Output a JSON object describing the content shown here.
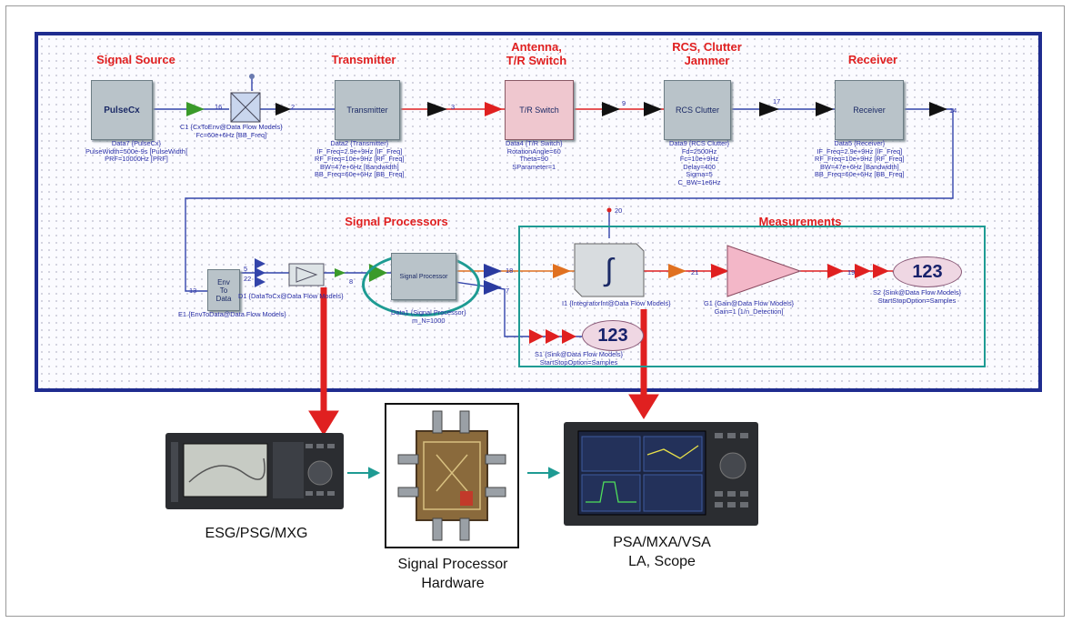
{
  "sections": {
    "signal_source": "Signal Source",
    "transmitter": "Transmitter",
    "antenna": "Antenna,\nT/R Switch",
    "rcs": "RCS, Clutter\nJammer",
    "receiver": "Receiver",
    "signal_processors": "Signal Processors",
    "measurements": "Measurements"
  },
  "blocks": {
    "pulsecx": "PulseCx",
    "transmitter": "Transmitter",
    "tr_switch": "T/R Switch",
    "rcs_clutter": "RCS Clutter",
    "receiver": "Receiver",
    "env_to_data": "Env\nTo\nData",
    "signal_processor": "Signal Processor"
  },
  "params": {
    "pulsecx": "Data7 {PulseCx}\nPulseWidth=500e-9s [PulseWidth]\nPRF=10000Hz [PRF]",
    "c1": "C1 {CxToEnv@Data Flow Models}\nFc=60e+6Hz [BB_Freq]",
    "transmitter": "Data2 {Transmitter}\nIF_Freq=2.9e+9Hz [IF_Freq]\nRF_Freq=10e+9Hz [RF_Freq]\nBW=47e+6Hz [Bandwidth]\nBB_Freq=60e+6Hz [BB_Freq]",
    "tr_switch": "Data4 {T/R Switch}\nRotationAngle=60\nTheta=90\nSParameter=1",
    "rcs": "Data9 {RCS Clutter}\nFd=2500Hz\nFc=10e+9Hz\nDelay=400\nSigma=5\nC_BW=1e6Hz",
    "receiver": "Data5 {Receiver}\nIF_Freq=2.9e+9Hz [IF_Freq]\nRF_Freq=10e+9Hz [RF_Freq]\nBW=47e+6Hz [Bandwidth]\nBB_Freq=60e+6Hz [BB_Freq]",
    "e1": "E1 {EnvToData@Data Flow Models}",
    "d1": "D1 {DataToCx@Data Flow Models}",
    "sigproc": "Data1 {Signal Processor}\nm_N=1000",
    "i1": "I1 {IntegratorInt@Data Flow Models}",
    "g1": "G1 {Gain@Data Flow Models}\nGain=1 [1/n_Detection]",
    "s2": "S2 {Sink@Data Flow Models}\nStartStopOption=Samples",
    "s1": "S1 {Sink@Data Flow Models}\nStartStopOption=Samples"
  },
  "nodes": [
    "16",
    "2",
    "3",
    "9",
    "17",
    "14",
    "13",
    "5",
    "22",
    "8",
    "18",
    "7",
    "20",
    "21",
    "19"
  ],
  "sinks": {
    "s1": "123",
    "s2": "123"
  },
  "integrator_symbol": "∫",
  "captions": {
    "esg": "ESG/PSG/MXG",
    "sp_hw": "Signal Processor\nHardware",
    "psa": "PSA/MXA/VSA\nLA, Scope"
  },
  "colors": {
    "frame": "#1f2c8f",
    "labels": "#e02020",
    "teal": "#1e9b93",
    "wire": "#3344aa"
  }
}
